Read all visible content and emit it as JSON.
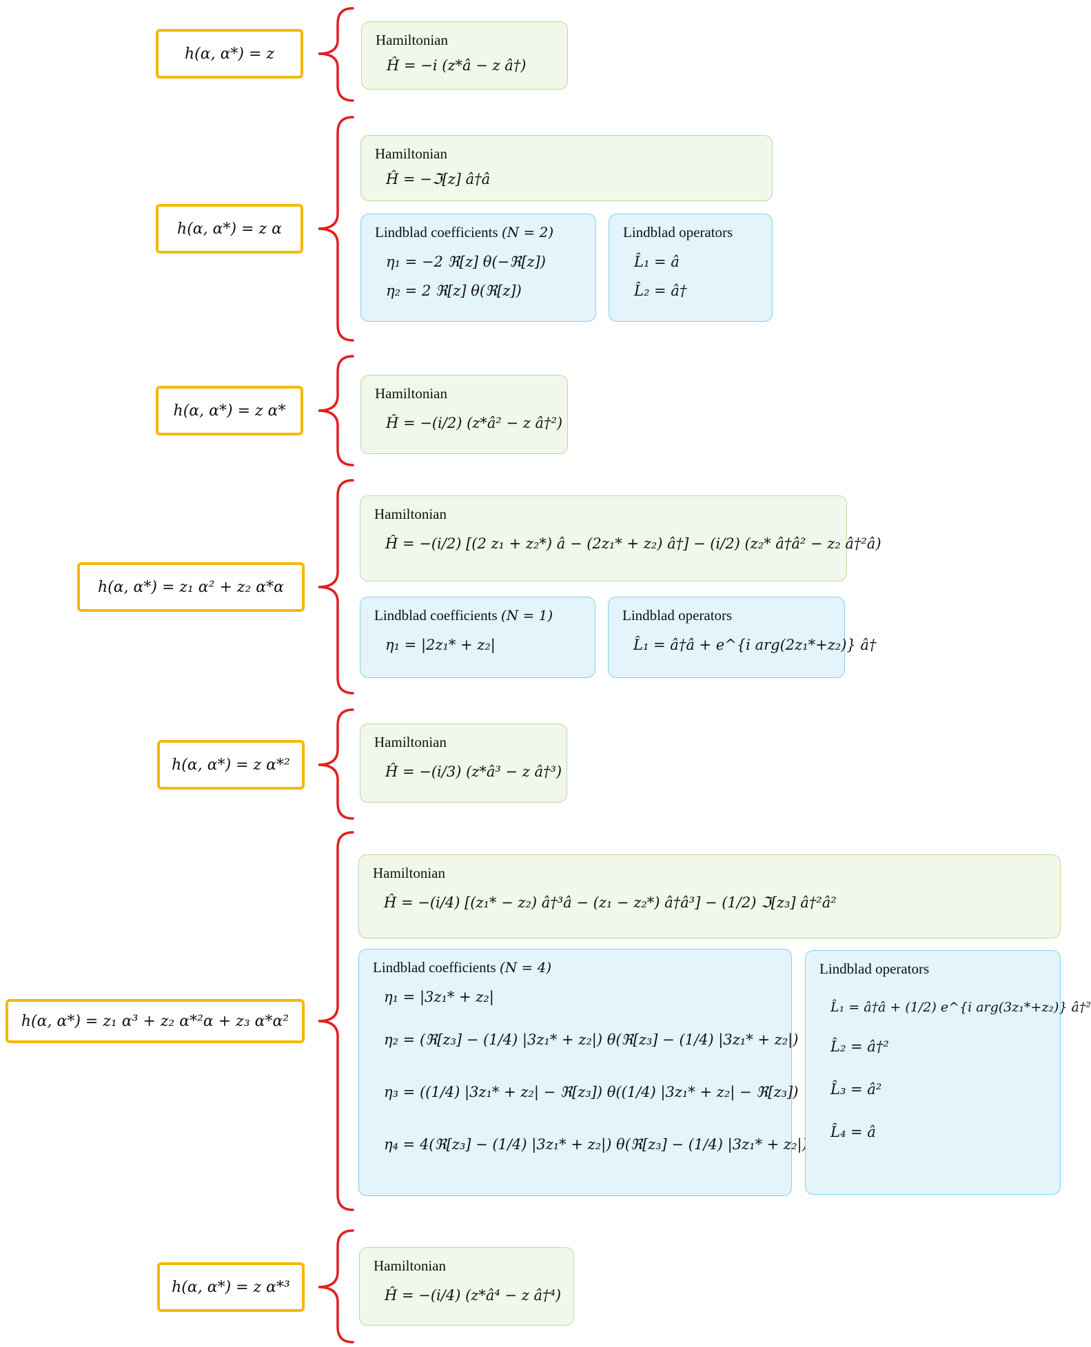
{
  "labels": {
    "hamiltonian": "Hamiltonian",
    "lindblad_coefficients": "Lindblad coefficients",
    "lindblad_operators": "Lindblad operators"
  },
  "rows": [
    {
      "h": "h(α, α*) = z",
      "hamiltonian": [
        "Ĥ = −i (z*â − z â†)"
      ]
    },
    {
      "h": "h(α, α*) = z α",
      "hamiltonian": [
        "Ĥ = −ℑ[z] â†â"
      ],
      "N": "(N = 2)",
      "coefficients": [
        "η₁ = −2 ℜ[z] θ(−ℜ[z])",
        "η₂ = 2 ℜ[z] θ(ℜ[z])"
      ],
      "operators": [
        "L̂₁ = â",
        "L̂₂ = â†"
      ]
    },
    {
      "h": "h(α, α*) = z α*",
      "hamiltonian": [
        "Ĥ = −(i/2) (z*â² − z â†²)"
      ]
    },
    {
      "h": "h(α, α*) = z₁ α² + z₂ α*α",
      "hamiltonian": [
        "Ĥ = −(i/2) [(2 z₁ + z₂*) â − (2z₁* + z₂) â†] − (i/2) (z₂* â†â² − z₂ â†²â)"
      ],
      "N": "(N = 1)",
      "coefficients": [
        "η₁ = |2z₁* + z₂|"
      ],
      "operators": [
        "L̂₁ = â†â + e^{i arg(2z₁*+z₂)} â†"
      ]
    },
    {
      "h": "h(α, α*) = z α*²",
      "hamiltonian": [
        "Ĥ = −(i/3) (z*â³ − z â†³)"
      ]
    },
    {
      "h": "h(α, α*) = z₁ α³ + z₂ α*²α + z₃ α*α²",
      "hamiltonian": [
        "Ĥ = −(i/4) [(z₁* − z₂) â†³â − (z₁ − z₂*) â†â³] − (1/2) ℑ[z₃] â†²â²"
      ],
      "N": "(N = 4)",
      "coefficients": [
        "η₁ = |3z₁* + z₂|",
        "η₂ = (ℜ[z₃] − (1/4) |3z₁* + z₂|) θ(ℜ[z₃] − (1/4) |3z₁* + z₂|)",
        "η₃ = ((1/4) |3z₁* + z₂| − ℜ[z₃]) θ((1/4) |3z₁* + z₂| − ℜ[z₃])",
        "η₄ = 4(ℜ[z₃] − (1/4) |3z₁* + z₂|) θ(ℜ[z₃] − (1/4) |3z₁* + z₂|)"
      ],
      "operators": [
        "L̂₁ = â†â + (1/2) e^{i arg(3z₁*+z₂)} â†²",
        "L̂₂ = â†²",
        "L̂₃ = â²",
        "L̂₄ = â"
      ]
    },
    {
      "h": "h(α, α*) = z α*³",
      "hamiltonian": [
        "Ĥ = −(i/4) (z*â⁴ − z â†⁴)"
      ]
    }
  ],
  "colors": {
    "h_border": "#f5b800",
    "brace": "#e02020",
    "hamiltonian_bg": "#f1f7ea",
    "hamiltonian_border": "#b8dba0",
    "lindblad_bg": "#e3f4fb",
    "lindblad_border": "#85cfea"
  }
}
